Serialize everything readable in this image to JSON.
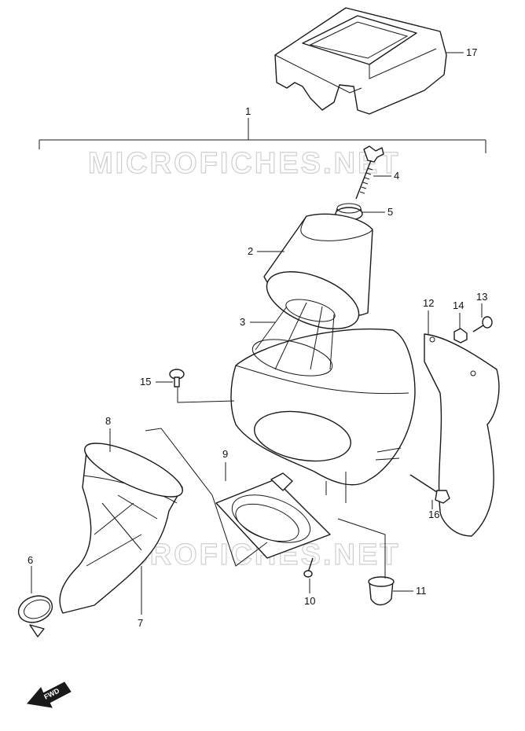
{
  "watermark": "MICROFICHES.NET",
  "fwd_label": "FWD",
  "callouts": {
    "p1": "1",
    "p2": "2",
    "p3": "3",
    "p4": "4",
    "p5": "5",
    "p6": "6",
    "p7": "7",
    "p8": "8",
    "p9": "9",
    "p10": "10",
    "p11": "11",
    "p12": "12",
    "p13": "13",
    "p14": "14",
    "p15": "15",
    "p16": "16",
    "p17": "17"
  }
}
